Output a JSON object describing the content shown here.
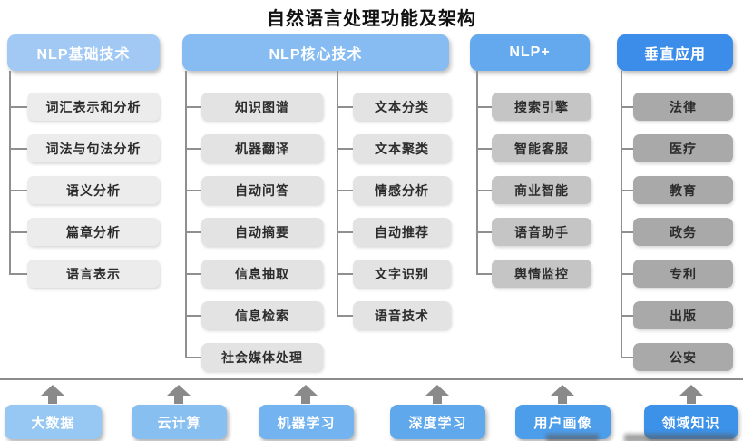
{
  "title": "自然语言处理功能及架构",
  "columns": [
    {
      "header": "NLP基础技术",
      "items": [
        "词汇表示和分析",
        "词法与句法分析",
        "语义分析",
        "篇章分析",
        "语言表示"
      ]
    },
    {
      "header": "NLP核心技术",
      "items_left": [
        "知识图谱",
        "机器翻译",
        "自动问答",
        "自动摘要",
        "信息抽取",
        "信息检索",
        "社会媒体处理"
      ],
      "items_right": [
        "文本分类",
        "文本聚类",
        "情感分析",
        "自动推荐",
        "文字识别",
        "语音技术"
      ]
    },
    {
      "header": "NLP+",
      "items": [
        "搜索引擎",
        "智能客服",
        "商业智能",
        "语音助手",
        "舆情监控"
      ]
    },
    {
      "header": "垂直应用",
      "items": [
        "法律",
        "医疗",
        "教育",
        "政务",
        "专利",
        "出版",
        "公安"
      ]
    }
  ],
  "foundation": [
    "大数据",
    "云计算",
    "机器学习",
    "深度学习",
    "用户画像",
    "领域知识"
  ],
  "colors": {
    "header_basic": "#a2c9f4",
    "header_core": "#86bcf1",
    "header_plus": "#64a9ee",
    "header_vertical": "#3b8de9",
    "node_basic": "#ececec",
    "node_core": "#e3e3e3",
    "node_plus": "#c5c5c5",
    "node_vertical": "#a9a9a9",
    "foundation_gradient": [
      "#96c8f3",
      "#87bff1",
      "#73b3ef",
      "#5fa8ec",
      "#4c9dea",
      "#3c92e8"
    ],
    "connector_line": "#8f8f8f",
    "arrow": "#8a8a8a"
  }
}
